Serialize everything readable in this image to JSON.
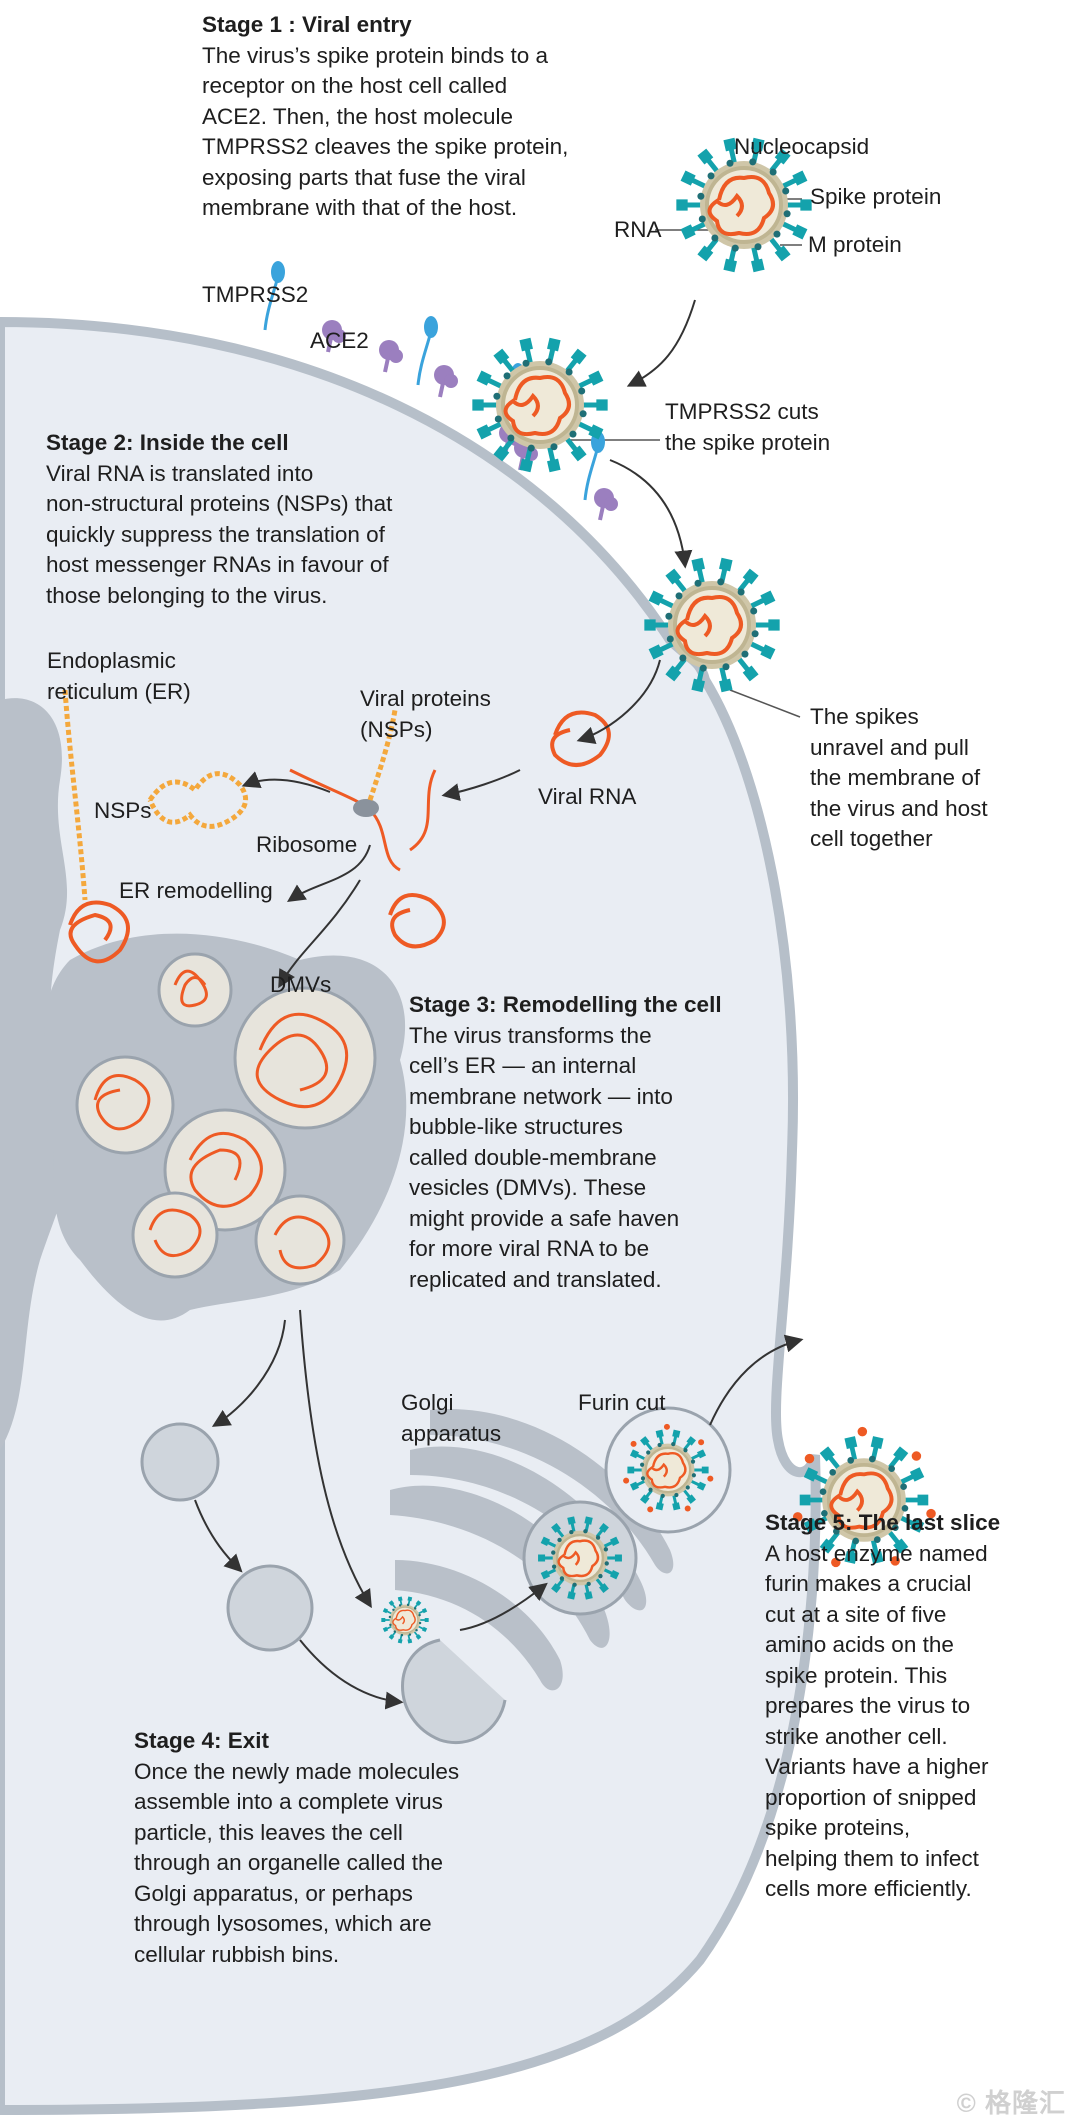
{
  "colors": {
    "cell_fill": "#e9edf3",
    "membrane": "#b6bfc9",
    "organelle": "#b9c0c9",
    "spike": "#14a2ac",
    "rna": "#ee5a24",
    "capsid": "#efe9d8",
    "tmprss2": "#3aa3dc",
    "ace2": "#9b7fbf",
    "nsp": "#f4a83c"
  },
  "stage1": {
    "title": "Stage 1 : Viral entry",
    "body": [
      "The virus’s spike protein binds to a",
      "receptor on the host cell called",
      "ACE2. Then, the host molecule",
      "TMPRSS2 cleaves the spike protein,",
      "exposing parts that fuse the viral",
      "membrane with that of the host."
    ]
  },
  "virus_labels": {
    "nucleocapsid": "Nucleocapsid",
    "spike_protein": "Spike protein",
    "rna": "RNA",
    "m_protein": "M protein"
  },
  "receptor_labels": {
    "tmprss2": "TMPRSS2",
    "ace2": "ACE2"
  },
  "tmprss2_cuts": [
    "TMPRSS2 cuts",
    "the spike protein"
  ],
  "stage2": {
    "title": "Stage 2: Inside the cell",
    "body": [
      "Viral RNA is translated into",
      "non-structural proteins (NSPs) that",
      "quickly suppress the translation of",
      "host messenger RNAs in favour of",
      "those belonging to the virus."
    ]
  },
  "cell_labels": {
    "er": [
      "Endoplasmic",
      "reticulum (ER)"
    ],
    "viral_proteins": [
      "Viral proteins",
      "(NSPs)"
    ],
    "nsps": "NSPs",
    "ribosome": "Ribosome",
    "viral_rna": "Viral RNA",
    "er_remodelling": "ER remodelling",
    "dmvs": "DMVs",
    "golgi": [
      "Golgi",
      "apparatus"
    ],
    "furin_cut": "Furin cut"
  },
  "spikes_unravel": [
    "The spikes",
    "unravel and pull",
    "the membrane of",
    "the virus and host",
    "cell together"
  ],
  "stage3": {
    "title": "Stage 3: Remodelling the cell",
    "body": [
      "The virus transforms the",
      "cell’s ER — an internal",
      "membrane network — into",
      "bubble-like structures",
      "called double-membrane",
      "vesicles (DMVs). These",
      "might provide a safe haven",
      "for more viral RNA to be",
      "replicated and translated."
    ]
  },
  "stage4": {
    "title": "Stage 4: Exit",
    "body": [
      "Once the newly made molecules",
      "assemble into a complete virus",
      "particle, this leaves the cell",
      "through an organelle called the",
      "Golgi apparatus, or perhaps",
      "through lysosomes, which are",
      "cellular rubbish bins."
    ]
  },
  "stage5": {
    "title": "Stage 5: The last slice",
    "body": [
      "A host enzyme named",
      "furin makes a crucial",
      "cut at a site of five",
      "amino acids on the",
      "spike protein. This",
      "prepares the virus to",
      "strike another cell.",
      "Variants have a higher",
      "proportion of snipped",
      "spike proteins,",
      "helping them to infect",
      "cells more efficiently."
    ]
  },
  "watermark": "© 格隆汇"
}
